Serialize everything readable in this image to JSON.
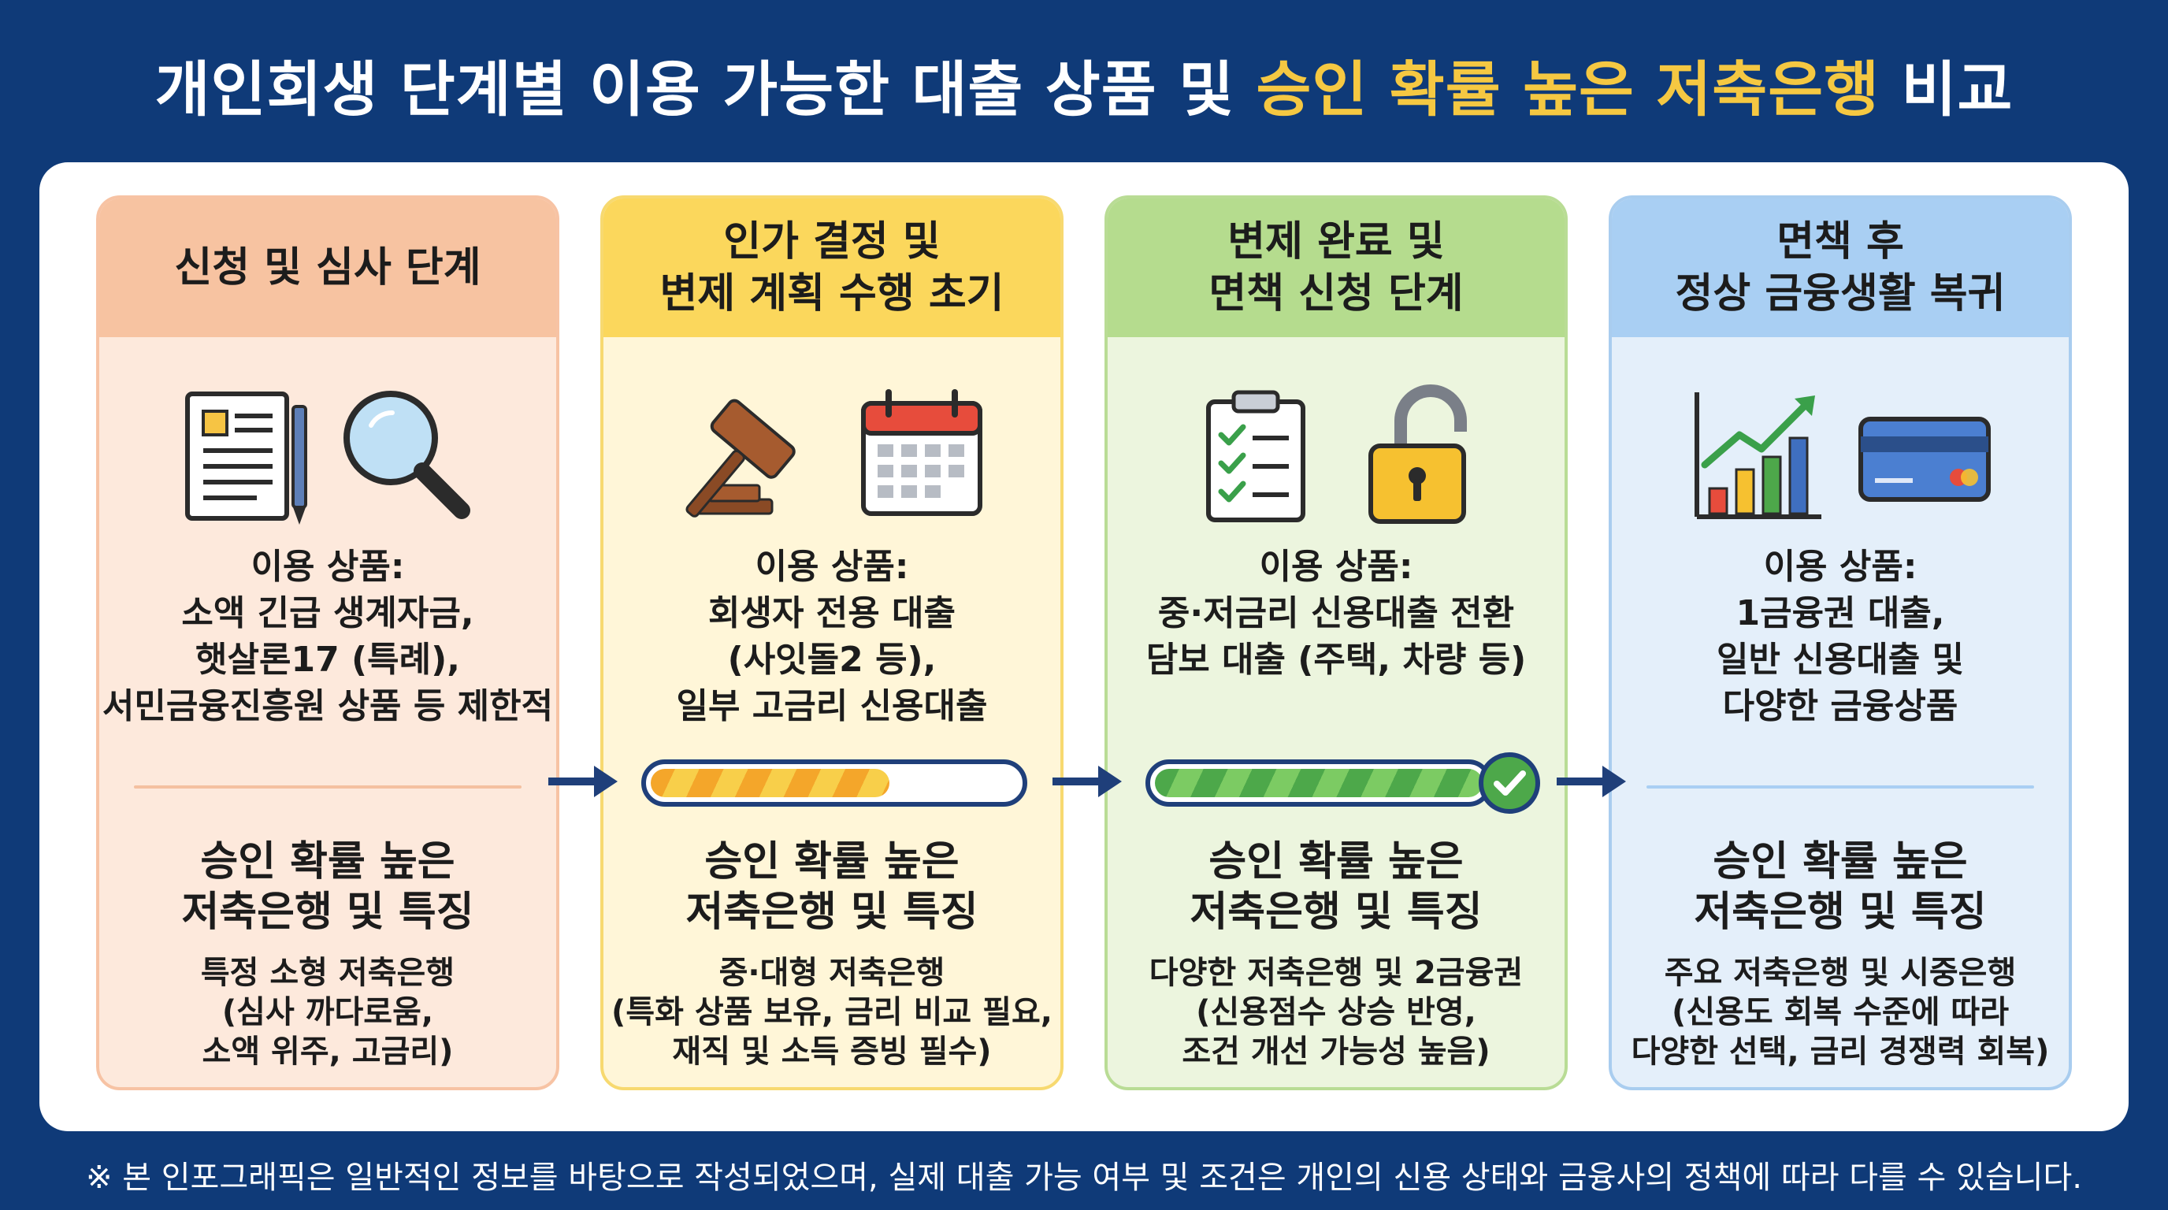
{
  "title": {
    "part1": "개인회생 단계별 이용 가능한 대출 상품 및 ",
    "highlight": "승인 확률 높은 저축은행",
    "part2": " 비교"
  },
  "colors": {
    "background": "#0f3a78",
    "highlight": "#f5c842",
    "stage1": "#f7c3a1",
    "stage2": "#fbd75c",
    "stage3": "#b5dc8e",
    "stage4": "#a9cff3"
  },
  "stages": [
    {
      "header": "신청 및 심사 단계",
      "icons": [
        "document-icon",
        "magnifier-icon"
      ],
      "usage_label": "이용 상품:",
      "usage_items": "소액 긴급 생계자금,\n햇살론17 (특례),\n서민금융진흥원 상품 등 제한적",
      "approval_title": "승인 확률 높은\n저축은행 및 특징",
      "approval_desc": "특정 소형 저축은행\n(심사 까다로움,\n소액 위주, 고금리)"
    },
    {
      "header": "인가 결정 및\n변제 계획 수행 초기",
      "icons": [
        "gavel-icon",
        "calendar-icon"
      ],
      "usage_label": "이용 상품:",
      "usage_items": "회생자 전용 대출\n(사잇돌2 등),\n일부 고금리 신용대출",
      "progress": 0.65,
      "approval_title": "승인 확률 높은\n저축은행 및 특징",
      "approval_desc": "중·대형 저축은행\n(특화 상품 보유, 금리 비교 필요,\n재직 및 소득 증빙 필수)"
    },
    {
      "header": "변제 완료 및\n면책 신청 단계",
      "icons": [
        "checklist-icon",
        "unlock-icon"
      ],
      "usage_label": "이용 상품:",
      "usage_items": "중·저금리 신용대출 전환\n담보 대출 (주택, 차량 등)",
      "progress": 1.0,
      "approval_title": "승인 확률 높은\n저축은행 및 특징",
      "approval_desc": "다양한 저축은행 및 2금융권\n(신용점수 상승 반영,\n조건 개선 가능성 높음)"
    },
    {
      "header": "면책 후\n정상 금융생활 복귀",
      "icons": [
        "growth-chart-icon",
        "credit-card-icon"
      ],
      "usage_label": "이용 상품:",
      "usage_items": "1금융권 대출,\n일반 신용대출 및\n다양한 금융상품",
      "approval_title": "승인 확률 높은\n저축은행 및 특징",
      "approval_desc": "주요 저축은행 및 시중은행\n(신용도 회복 수준에 따라\n다양한 선택, 금리 경쟁력 회복)"
    }
  ],
  "footer": "※ 본 인포그래픽은 일반적인 정보를 바탕으로 작성되었으며, 실제 대출 가능 여부 및 조건은 개인의 신용 상태와 금융사의 정책에 따라 다를 수 있습니다."
}
